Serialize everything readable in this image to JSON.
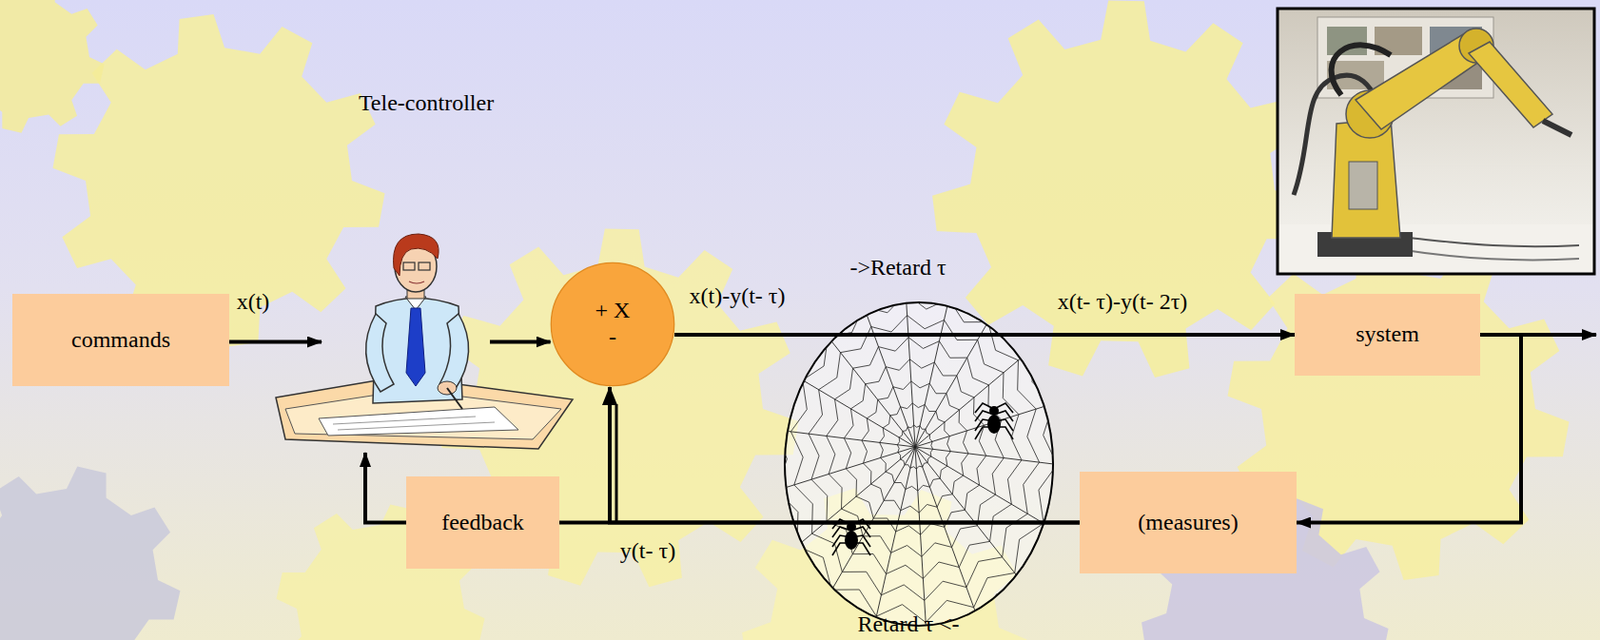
{
  "diagram": {
    "nodes": [
      {
        "text": [
          "commands"
        ]
      },
      {
        "text": [
          "+ X",
          "-"
        ]
      },
      {
        "text": [
          "system"
        ]
      },
      {
        "text": [
          "feedback"
        ]
      },
      {
        "text": [
          "(measures)"
        ]
      }
    ],
    "edges": [
      {
        "from": 1,
        "to": 2,
        "arrow": "to"
      },
      {
        "from": 2,
        "to": 4,
        "arrow": "to"
      },
      {
        "from": 4,
        "to": 3,
        "arrow": "none"
      },
      {
        "from": 4,
        "to": 1,
        "arrow": "to"
      }
    ],
    "labels": [
      "Tele-controller",
      "x(t)",
      "x(t)-y(t- τ)",
      "->Retard τ",
      "x(t- τ)-y(t- 2τ)",
      "y(t- τ)",
      "Retard τ <-"
    ]
  }
}
